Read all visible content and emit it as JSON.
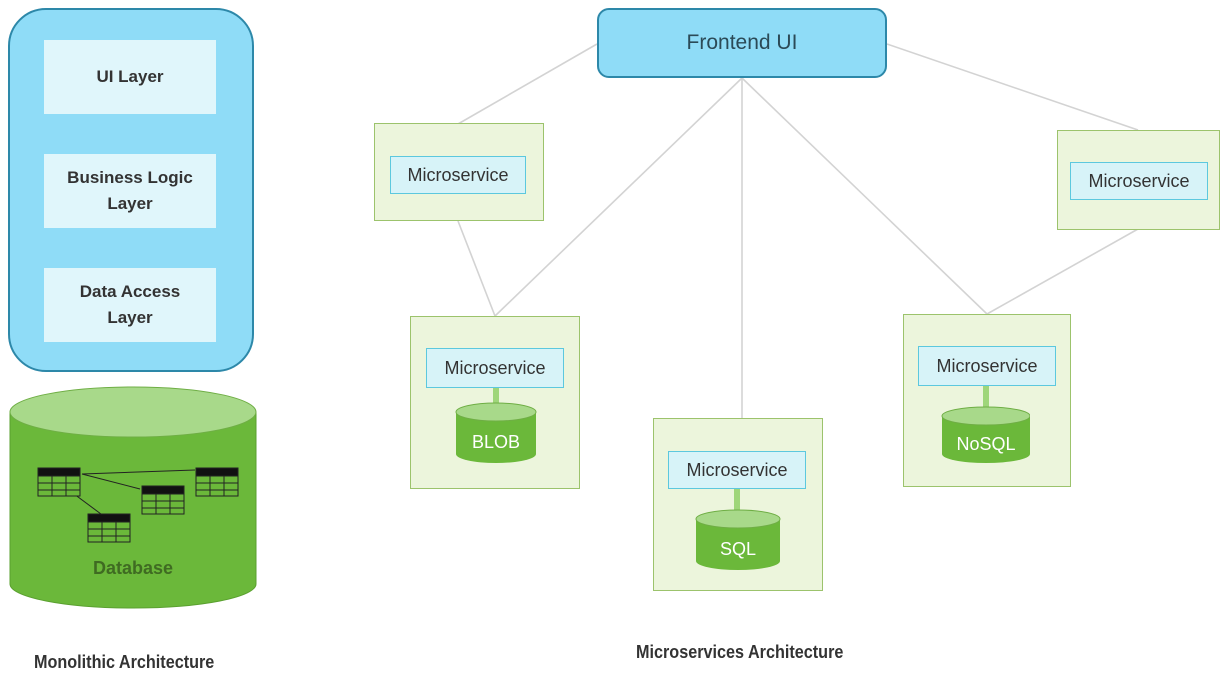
{
  "monolith": {
    "layers": [
      "UI Layer",
      "Business Logic Layer",
      "Data Access Layer"
    ],
    "database_label": "Database",
    "caption": "Monolithic Architecture"
  },
  "microservices": {
    "frontend_label": "Frontend UI",
    "caption": "Microservices Architecture",
    "service_label": "Microservice",
    "stores": [
      "BLOB",
      "SQL",
      "NoSQL"
    ]
  },
  "colors": {
    "app_fill": "#8fdcf7",
    "app_border": "#2d88a9",
    "layer_fill": "#e0f6fb",
    "service_box_fill": "#ecf5dc",
    "service_box_border": "#9cc36c",
    "service_label_fill": "#d7f3f8",
    "service_label_border": "#5cc8de",
    "db_fill": "#6bb83a",
    "db_top": "#a8d98a",
    "connector": "#d3d3d3"
  }
}
